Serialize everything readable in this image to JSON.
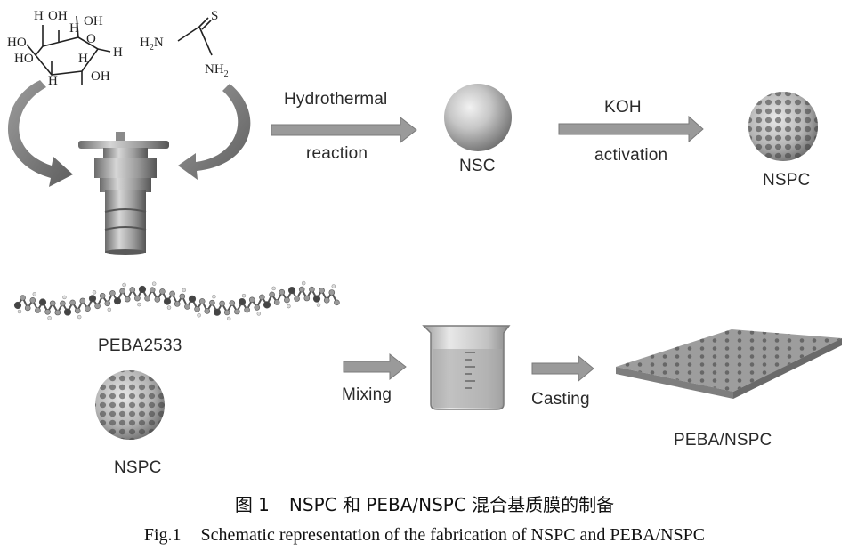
{
  "figure": {
    "molecule_labels": {
      "h1": "H",
      "oh1": "OH",
      "ho": "HO",
      "ho2": "HO",
      "o": "O",
      "h2": "H",
      "h3": "H",
      "oh2": "OH",
      "h4": "H",
      "h5": "H",
      "oh3": "OH",
      "s": "S",
      "h2n": "H",
      "h2n_sub": "2",
      "h2n_n": "N",
      "nh": "NH",
      "nh_sub": "2"
    },
    "step1": {
      "top": "Hydrothermal",
      "bottom": "reaction"
    },
    "product1": "NSC",
    "step2": {
      "top": "KOH",
      "bottom": "activation"
    },
    "product2": "NSPC",
    "polymer": "PEBA2533",
    "filler": "NSPC",
    "step3": "Mixing",
    "step4": "Casting",
    "membrane": "PEBA/NSPC",
    "colors": {
      "arrow": "#9a9a9a",
      "arrow_edge": "#7a7a7a",
      "sphere": "#bdbdbd"
    }
  },
  "caption": {
    "cn_label": "图 1",
    "cn_text": "NSPC 和 PEBA/NSPC 混合基质膜的制备",
    "en_label": "Fig.1",
    "en_text": "Schematic representation of the fabrication of NSPC and PEBA/NSPC"
  }
}
